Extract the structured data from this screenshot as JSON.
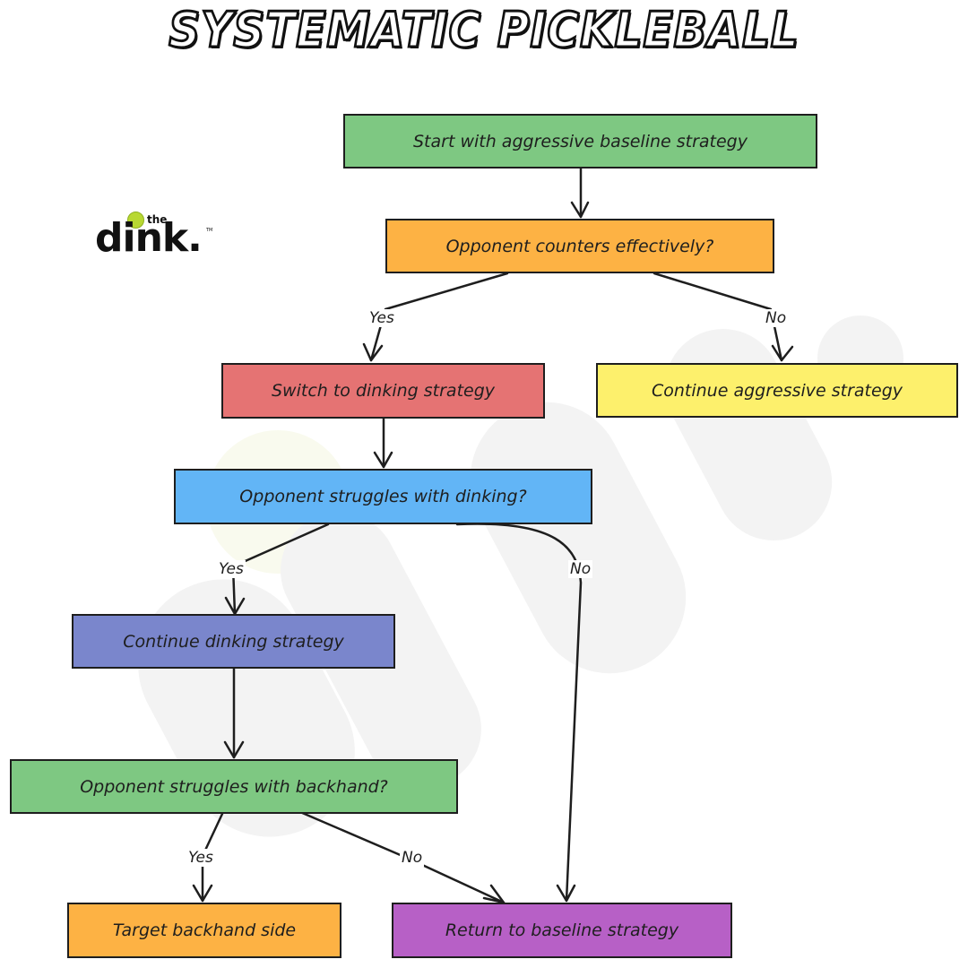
{
  "title": "SYSTEMATIC PICKLEBALL",
  "logo": {
    "the": "the",
    "word": "dink.",
    "tm": "TM"
  },
  "colors": {
    "green": "#7ec882",
    "orange": "#fdb244",
    "red": "#e57373",
    "yellow": "#fdf06c",
    "blue": "#62b5f6",
    "indigo": "#7a86cc",
    "purple": "#b760c6",
    "stroke": "#1e1e1e"
  },
  "nodes": {
    "start": {
      "label": "Start with aggressive baseline strategy",
      "color": "#7ec882"
    },
    "counters": {
      "label": "Opponent counters effectively?",
      "color": "#fdb244"
    },
    "switch_dinking": {
      "label": "Switch to dinking strategy",
      "color": "#e57373"
    },
    "continue_aggressive": {
      "label": "Continue aggressive strategy",
      "color": "#fdf06c"
    },
    "struggles_dinking": {
      "label": "Opponent struggles with dinking?",
      "color": "#62b5f6"
    },
    "continue_dinking": {
      "label": "Continue dinking strategy",
      "color": "#7a86cc"
    },
    "struggles_backhand": {
      "label": "Opponent struggles with backhand?",
      "color": "#7ec882"
    },
    "target_backhand": {
      "label": "Target backhand side",
      "color": "#fdb244"
    },
    "return_baseline": {
      "label": "Return to baseline strategy",
      "color": "#b760c6"
    }
  },
  "edges": [
    {
      "from": "start",
      "to": "counters",
      "label": ""
    },
    {
      "from": "counters",
      "to": "switch_dinking",
      "label": "Yes"
    },
    {
      "from": "counters",
      "to": "continue_aggressive",
      "label": "No"
    },
    {
      "from": "switch_dinking",
      "to": "struggles_dinking",
      "label": ""
    },
    {
      "from": "struggles_dinking",
      "to": "continue_dinking",
      "label": "Yes"
    },
    {
      "from": "struggles_dinking",
      "to": "return_baseline",
      "label": "No"
    },
    {
      "from": "continue_dinking",
      "to": "struggles_backhand",
      "label": ""
    },
    {
      "from": "struggles_backhand",
      "to": "target_backhand",
      "label": "Yes"
    },
    {
      "from": "struggles_backhand",
      "to": "return_baseline",
      "label": "No"
    }
  ],
  "edge_labels": {
    "counters_yes": "Yes",
    "counters_no": "No",
    "dinking_yes": "Yes",
    "dinking_no": "No",
    "backhand_yes": "Yes",
    "backhand_no": "No"
  }
}
